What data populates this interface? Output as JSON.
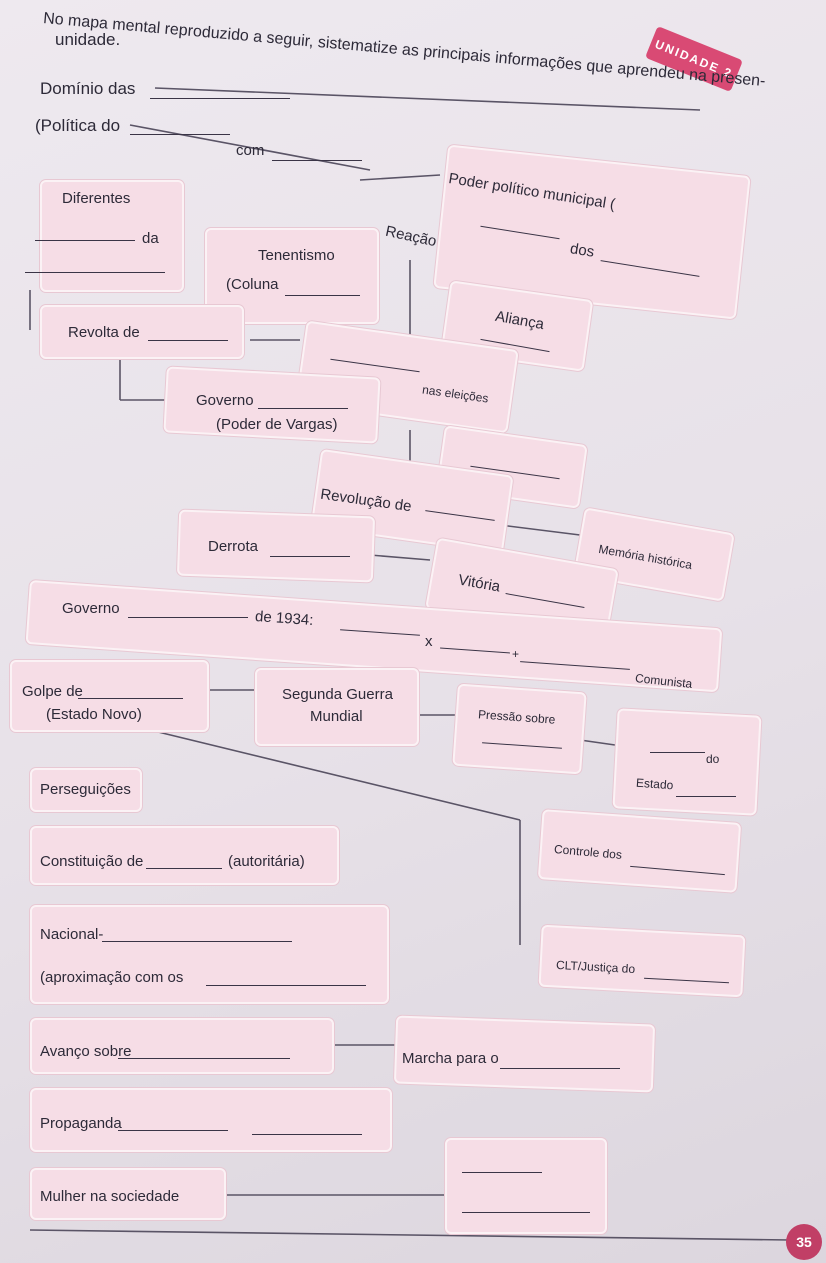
{
  "header": {
    "unit_word": "unidade.",
    "badge": "UNIDADE 2",
    "instruction": "No mapa mental reproduzido a seguir, sistematize as principais informações que aprendeu na presen-"
  },
  "top": {
    "dominio": "Domínio das",
    "politica": "(Política do",
    "com": "com",
    "diferentes": "Diferentes",
    "da": "da",
    "tenentismo": "Tenentismo",
    "coluna": "(Coluna",
    "reacao": "Reação",
    "poder_municipal": "Poder político municipal (",
    "dos": "dos",
    "alianca": "Aliança",
    "revolta": "Revolta de",
    "nas_eleicoes": "nas eleições",
    "governo": "Governo",
    "poder_vargas": "(Poder de Vargas)",
    "revolucao": "Revolução de",
    "memoria": "Memória histórica",
    "derrota": "Derrota",
    "vitoria": "Vitória"
  },
  "middle": {
    "governo2": "Governo",
    "de1934": "de 1934:",
    "x": "x",
    "plus": "+",
    "comunista": "Comunista",
    "golpe": "Golpe de",
    "estado_novo": "(Estado Novo)",
    "segunda_guerra_1": "Segunda Guerra",
    "segunda_guerra_2": "Mundial",
    "pressao": "Pressão sobre",
    "do": "do",
    "estado": "Estado"
  },
  "bottom": {
    "perseguicoes": "Perseguições",
    "constituicao": "Constituição de",
    "autoritaria": "(autoritária)",
    "controle": "Controle dos",
    "nacional": "Nacional-",
    "aproximacao": "(aproximação com os",
    "clt": "CLT/Justiça do",
    "avanco": "Avanço sobre",
    "marcha": "Marcha para o",
    "propaganda": "Propaganda",
    "mulher": "Mulher na sociedade"
  },
  "page_number": "35",
  "colors": {
    "box": "#f6dde6",
    "accent": "#d94a74",
    "ink": "#2d2a38"
  }
}
